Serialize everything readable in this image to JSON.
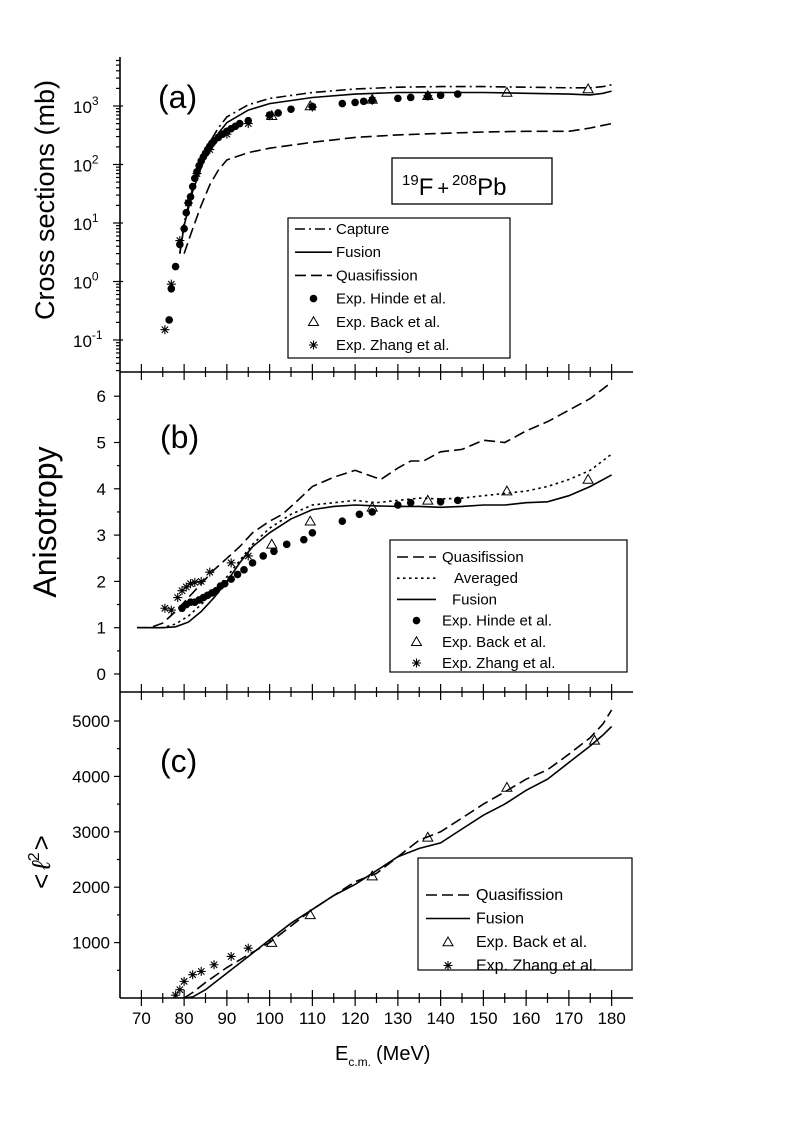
{
  "figure": {
    "xlabel_main": "E",
    "xlabel_sub": "c.m.",
    "xlabel_unit": "(MeV)",
    "xticks": [
      "70",
      "80",
      "90",
      "100",
      "110",
      "120",
      "130",
      "140",
      "150",
      "160",
      "170",
      "180"
    ]
  },
  "chart_data": [
    {
      "type": "line",
      "panel": "(a)",
      "title": "",
      "ylabel": "Cross sections (mb)",
      "yscale": "log",
      "xlim": [
        65,
        185
      ],
      "ylim": [
        0.03,
        8000
      ],
      "yticks": [
        {
          "base": "10",
          "exp": "-1"
        },
        {
          "base": "10",
          "exp": "0"
        },
        {
          "base": "10",
          "exp": "1"
        },
        {
          "base": "10",
          "exp": "2"
        },
        {
          "base": "10",
          "exp": "3"
        }
      ],
      "reaction": {
        "m1": "19",
        "e1": "F",
        "plus": "+",
        "m2": "208",
        "e2": "Pb"
      },
      "legend": [
        {
          "label": "Capture",
          "style": "dashdot"
        },
        {
          "label": "Fusion",
          "style": "solid"
        },
        {
          "label": "Quasifission",
          "style": "dashed"
        },
        {
          "label": "Exp. Hinde et al.",
          "style": "filled-circle"
        },
        {
          "label": "Exp. Back et al.",
          "style": "open-triangle"
        },
        {
          "label": "Exp.  Zhang et al.",
          "style": "asterisk"
        }
      ],
      "series": [
        {
          "name": "Capture",
          "style": "dashdot",
          "x": [
            79,
            80,
            82,
            84,
            86,
            88,
            90,
            95,
            100,
            110,
            120,
            130,
            140,
            150,
            160,
            170,
            175,
            178,
            180
          ],
          "y": [
            3,
            10,
            40,
            110,
            240,
            420,
            650,
            1050,
            1350,
            1700,
            1950,
            2100,
            2150,
            2150,
            2100,
            2050,
            2050,
            2150,
            2300
          ]
        },
        {
          "name": "Fusion",
          "style": "solid",
          "x": [
            79,
            80,
            82,
            84,
            86,
            88,
            90,
            95,
            100,
            110,
            120,
            130,
            140,
            150,
            160,
            170,
            175,
            178,
            180
          ],
          "y": [
            3,
            9,
            35,
            90,
            200,
            340,
            520,
            850,
            1100,
            1400,
            1600,
            1700,
            1700,
            1700,
            1650,
            1600,
            1550,
            1650,
            1800
          ]
        },
        {
          "name": "Quasifission",
          "style": "dashed",
          "x": [
            80,
            82,
            84,
            86,
            88,
            90,
            95,
            100,
            110,
            120,
            130,
            140,
            150,
            160,
            170,
            175,
            180
          ],
          "y": [
            3,
            8,
            20,
            45,
            80,
            120,
            160,
            190,
            240,
            290,
            320,
            340,
            360,
            370,
            370,
            420,
            500
          ]
        },
        {
          "name": "Exp. Hinde et al.",
          "style": "filled-circle",
          "x": [
            76.5,
            77,
            78,
            79,
            80,
            80.5,
            81,
            81.5,
            82,
            82.5,
            83,
            83.5,
            84,
            84.5,
            85,
            85.5,
            86,
            86.5,
            87,
            88,
            89,
            90,
            91,
            92,
            93,
            95,
            100,
            102,
            105,
            110,
            117,
            120,
            122,
            124,
            130,
            133,
            137,
            140,
            144
          ],
          "y": [
            0.22,
            0.75,
            1.8,
            4.3,
            8,
            15,
            22,
            28,
            42,
            58,
            75,
            95,
            115,
            135,
            155,
            180,
            205,
            230,
            255,
            290,
            330,
            370,
            410,
            450,
            500,
            560,
            700,
            760,
            880,
            980,
            1100,
            1150,
            1200,
            1250,
            1350,
            1400,
            1450,
            1520,
            1600
          ]
        },
        {
          "name": "Exp. Back et al.",
          "style": "open-triangle",
          "x": [
            100.5,
            109.5,
            124,
            137,
            155.5,
            174.5
          ],
          "y": [
            680,
            1000,
            1300,
            1500,
            1700,
            1950
          ]
        },
        {
          "name": "Exp.  Zhang et al.",
          "style": "asterisk",
          "x": [
            75.5,
            77,
            79,
            81,
            83,
            86,
            90,
            95,
            100,
            110,
            124,
            137
          ],
          "y": [
            0.15,
            0.9,
            5,
            22,
            70,
            180,
            330,
            500,
            680,
            960,
            1250,
            1500
          ]
        }
      ]
    },
    {
      "type": "line",
      "panel": "(b)",
      "title": "",
      "ylabel": "Anisotropy",
      "xlim": [
        65,
        185
      ],
      "ylim": [
        -0.5,
        6.5
      ],
      "yticks": [
        "0",
        "1",
        "2",
        "3",
        "4",
        "5",
        "6"
      ],
      "legend": [
        {
          "label": "Quasifission",
          "style": "dashed"
        },
        {
          "label": "Averaged",
          "style": "dotted"
        },
        {
          "label": "Fusion",
          "style": "solid"
        },
        {
          "label": "Exp. Hinde et al.",
          "style": "filled-circle"
        },
        {
          "label": "Exp.  Back et al.",
          "style": "open-triangle"
        },
        {
          "label": "Exp. Zhang et al.",
          "style": "asterisk"
        }
      ],
      "series": [
        {
          "name": "Quasifission",
          "style": "dashed",
          "x": [
            69,
            72,
            75,
            78,
            81,
            84,
            87,
            90,
            93,
            96,
            100,
            103,
            106,
            110,
            115,
            120,
            123,
            126,
            130,
            133,
            136,
            140,
            145,
            150,
            155,
            160,
            165,
            170,
            175,
            180
          ],
          "y": [
            1.0,
            1.0,
            1.1,
            1.35,
            1.65,
            1.95,
            2.25,
            2.5,
            2.75,
            3.05,
            3.3,
            3.45,
            3.7,
            4.05,
            4.25,
            4.4,
            4.3,
            4.2,
            4.45,
            4.6,
            4.6,
            4.8,
            4.85,
            5.05,
            5.0,
            5.25,
            5.45,
            5.7,
            5.95,
            6.3
          ]
        },
        {
          "name": "Averaged",
          "style": "dotted",
          "x": [
            69,
            72,
            75,
            78,
            81,
            84,
            87,
            90,
            93,
            96,
            100,
            105,
            110,
            115,
            120,
            125,
            130,
            135,
            140,
            145,
            150,
            155,
            160,
            165,
            170,
            175,
            180
          ],
          "y": [
            1.0,
            1.0,
            1.0,
            1.08,
            1.25,
            1.5,
            1.8,
            2.1,
            2.45,
            2.8,
            3.15,
            3.45,
            3.65,
            3.7,
            3.75,
            3.7,
            3.75,
            3.8,
            3.78,
            3.8,
            3.85,
            3.9,
            3.95,
            4.05,
            4.2,
            4.4,
            4.75
          ]
        },
        {
          "name": "Fusion",
          "style": "solid",
          "x": [
            69,
            72,
            75,
            78,
            81,
            84,
            87,
            90,
            93,
            96,
            100,
            105,
            110,
            115,
            120,
            125,
            130,
            135,
            140,
            145,
            150,
            155,
            160,
            165,
            170,
            175,
            180
          ],
          "y": [
            1.0,
            1.0,
            1.0,
            1.02,
            1.12,
            1.35,
            1.65,
            2.0,
            2.4,
            2.75,
            3.05,
            3.35,
            3.55,
            3.62,
            3.65,
            3.63,
            3.62,
            3.62,
            3.6,
            3.62,
            3.65,
            3.65,
            3.7,
            3.72,
            3.85,
            4.05,
            4.3
          ]
        },
        {
          "name": "Exp. Hinde et al.",
          "style": "filled-circle",
          "x": [
            79.5,
            80.5,
            81.5,
            82.5,
            83.5,
            84.5,
            85.5,
            86.5,
            87.5,
            88.5,
            89.5,
            91,
            92.5,
            94,
            96,
            98.5,
            101,
            104,
            108,
            110,
            117,
            121,
            124,
            130,
            133,
            140,
            144
          ],
          "y": [
            1.42,
            1.5,
            1.55,
            1.55,
            1.6,
            1.65,
            1.7,
            1.75,
            1.8,
            1.9,
            1.95,
            2.05,
            2.15,
            2.25,
            2.4,
            2.55,
            2.65,
            2.8,
            2.9,
            3.05,
            3.3,
            3.45,
            3.5,
            3.65,
            3.7,
            3.72,
            3.75
          ]
        },
        {
          "name": "Exp.  Back et al.",
          "style": "open-triangle",
          "x": [
            100.5,
            109.5,
            124,
            137,
            155.5,
            174.5
          ],
          "y": [
            2.8,
            3.3,
            3.6,
            3.75,
            3.95,
            4.2
          ]
        },
        {
          "name": "Exp. Zhang et al.",
          "style": "asterisk",
          "x": [
            75.5,
            77,
            78.5,
            79.5,
            80.5,
            81.5,
            82.5,
            84,
            86,
            91,
            95
          ],
          "y": [
            1.42,
            1.38,
            1.65,
            1.8,
            1.88,
            1.95,
            1.98,
            2.0,
            2.2,
            2.4,
            2.55
          ]
        }
      ]
    },
    {
      "type": "line",
      "panel": "(c)",
      "title": "",
      "ylabel_parts": [
        "<",
        "ℓ",
        "2",
        ">"
      ],
      "xlim": [
        65,
        185
      ],
      "ylim": [
        0,
        5400
      ],
      "yticks": [
        "1000",
        "2000",
        "3000",
        "4000",
        "5000"
      ],
      "legend": [
        {
          "label": "Quasifission",
          "style": "dashed"
        },
        {
          "label": "Fusion",
          "style": "solid"
        },
        {
          "label": "Exp. Back et al.",
          "style": "open-triangle"
        },
        {
          "label": "Exp. Zhang et al.",
          "style": "asterisk"
        }
      ],
      "series": [
        {
          "name": "Quasifission",
          "style": "dashed",
          "x": [
            80,
            82,
            85,
            90,
            95,
            100,
            105,
            110,
            115,
            120,
            125,
            130,
            135,
            140,
            145,
            150,
            155,
            160,
            165,
            170,
            175,
            178,
            180
          ],
          "y": [
            0,
            100,
            280,
            550,
            780,
            1000,
            1300,
            1600,
            1850,
            2100,
            2250,
            2550,
            2850,
            3000,
            3250,
            3500,
            3720,
            3950,
            4120,
            4400,
            4700,
            4950,
            5200
          ]
        },
        {
          "name": "Fusion",
          "style": "solid",
          "x": [
            79,
            80,
            82,
            85,
            90,
            95,
            100,
            105,
            110,
            115,
            120,
            125,
            130,
            135,
            140,
            145,
            150,
            155,
            160,
            165,
            170,
            175,
            178,
            180
          ],
          "y": [
            0,
            0,
            20,
            150,
            450,
            750,
            1050,
            1350,
            1600,
            1850,
            2050,
            2300,
            2550,
            2700,
            2800,
            3050,
            3300,
            3500,
            3750,
            3950,
            4250,
            4550,
            4750,
            4900
          ]
        },
        {
          "name": "Exp. Back et al.",
          "style": "open-triangle",
          "x": [
            100.5,
            109.5,
            124,
            137,
            155.5,
            176
          ],
          "y": [
            1000,
            1500,
            2200,
            2900,
            3800,
            4650
          ]
        },
        {
          "name": "Exp. Zhang et al.",
          "style": "asterisk",
          "x": [
            78,
            79,
            80,
            82,
            84,
            87,
            91,
            95
          ],
          "y": [
            50,
            150,
            300,
            420,
            480,
            600,
            750,
            900
          ]
        }
      ]
    }
  ]
}
